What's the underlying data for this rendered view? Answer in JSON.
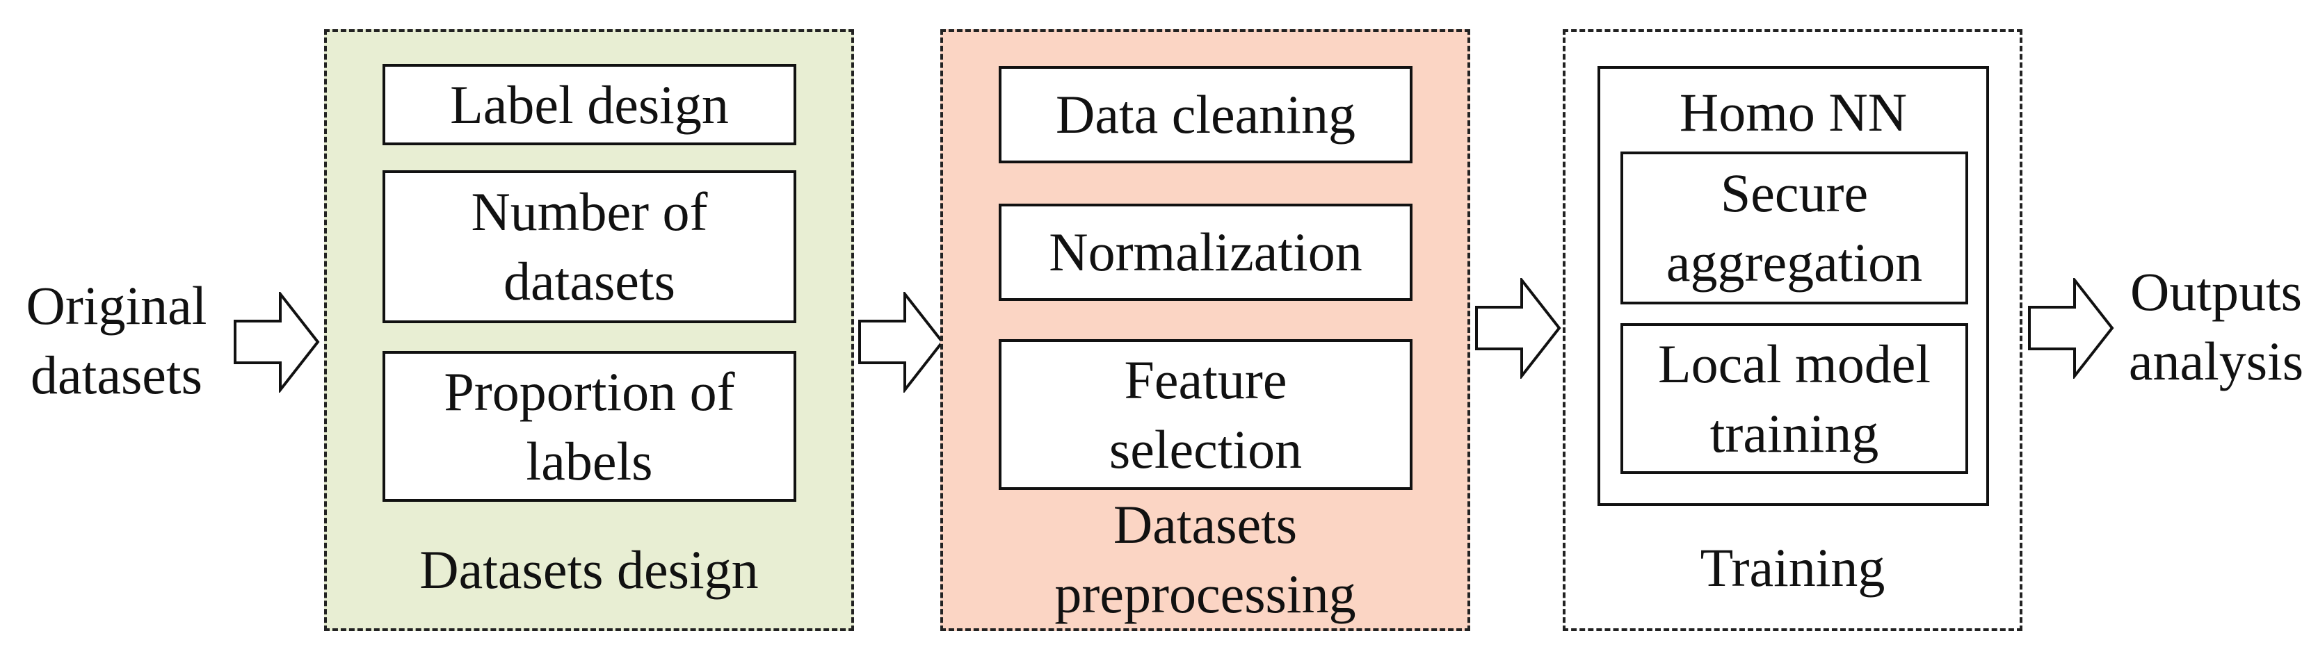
{
  "colors": {
    "design_fill": "#E8EED3",
    "preprocess_fill": "#FBD5C4",
    "training_fill": "#FFFFFF",
    "stroke": "#111111"
  },
  "input": {
    "line1": "Original",
    "line2": "datasets"
  },
  "design": {
    "title": "Datasets design",
    "box1": "Label design",
    "box2_line1": "Number of",
    "box2_line2": "datasets",
    "box3_line1": "Proportion of",
    "box3_line2": "labels"
  },
  "preprocess": {
    "title_line1": "Datasets",
    "title_line2": "preprocessing",
    "box1": "Data cleaning",
    "box2": "Normalization",
    "box3_line1": "Feature",
    "box3_line2": "selection"
  },
  "training": {
    "title": "Training",
    "inner_title": "Homo NN",
    "box1_line1": "Secure",
    "box1_line2": "aggregation",
    "box2_line1": "Local model",
    "box2_line2": "training"
  },
  "output": {
    "line1": "Outputs",
    "line2": "analysis"
  },
  "icons": [
    "arrow-right-icon",
    "arrow-right-icon",
    "arrow-right-icon",
    "arrow-right-icon"
  ]
}
